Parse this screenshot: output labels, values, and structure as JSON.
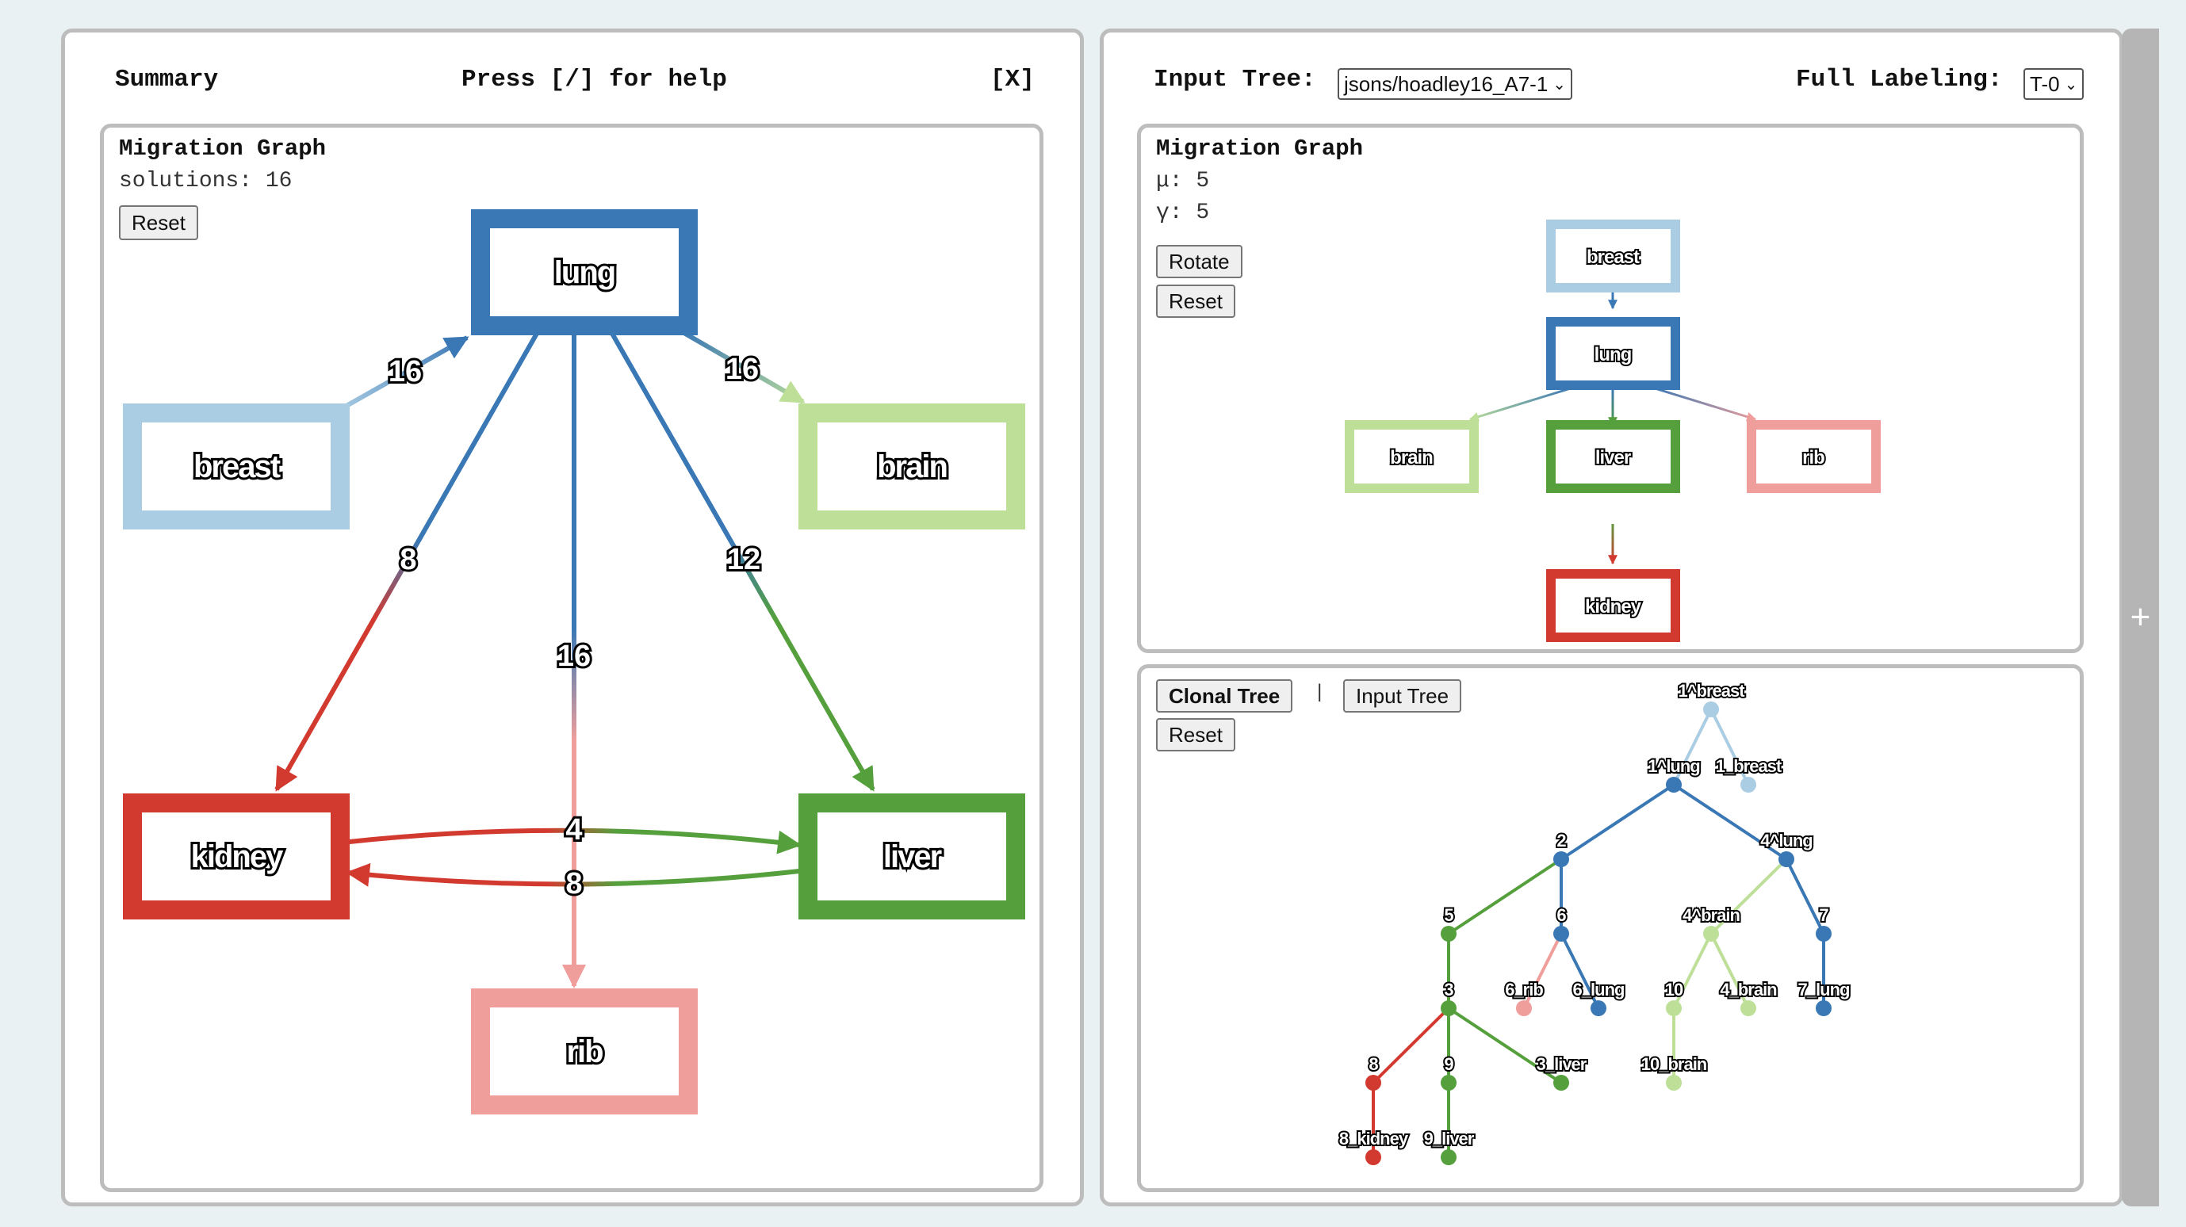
{
  "summary": {
    "title": "Summary",
    "help_text": "Press [/] for help",
    "close_label": "[X]",
    "migration_graph": {
      "title": "Migration Graph",
      "solutions_text": "solutions: 16",
      "reset_label": "Reset",
      "nodes": {
        "lung": "lung",
        "breast": "breast",
        "brain": "brain",
        "kidney": "kidney",
        "liver": "liver",
        "rib": "rib"
      },
      "edge_labels": {
        "breast_lung": "16",
        "lung_brain": "16",
        "lung_kidney": "8",
        "lung_rib": "16",
        "lung_liver": "12",
        "kidney_liver": "4",
        "liver_kidney": "8"
      }
    }
  },
  "right": {
    "input_tree_label": "Input Tree:",
    "input_tree_value": "jsons/hoadley16_A7-1",
    "full_labeling_label": "Full Labeling:",
    "full_labeling_value": "T-0",
    "migration_graph": {
      "title": "Migration Graph",
      "mu_text": "μ: 5",
      "gamma_text": "γ: 5",
      "rotate_label": "Rotate",
      "reset_label": "Reset",
      "nodes": {
        "breast": "breast",
        "lung": "lung",
        "brain": "brain",
        "liver": "liver",
        "rib": "rib",
        "kidney": "kidney"
      }
    },
    "clonal_tree": {
      "tab_clonal": "Clonal Tree",
      "separator": "|",
      "tab_input": "Input Tree",
      "reset_label": "Reset",
      "node_labels": {
        "n1breast": "1^breast",
        "n1lung": "1^lung",
        "l1breast": "1_breast",
        "n2": "2",
        "n4lung": "4^lung",
        "n5": "5",
        "n6": "6",
        "n4brain": "4^brain",
        "n7": "7",
        "n3": "3",
        "l6rib": "6_rib",
        "l6lung": "6_lung",
        "n10": "10",
        "l4brain": "4_brain",
        "l7lung": "7_lung",
        "n8": "8",
        "n9": "9",
        "l3liver": "3_liver",
        "l10brain": "10_brain",
        "l8kidney": "8_kidney",
        "l9liver": "9_liver"
      }
    }
  },
  "side_tab_label": "+",
  "colors": {
    "lung": "#3a78b5",
    "breast": "#abcde3",
    "brain": "#bddf98",
    "kidney": "#d33a2f",
    "liver": "#55a03d",
    "rib": "#f09e9b",
    "panel_border": "#bdbdbd",
    "background": "#e9f1f2"
  }
}
